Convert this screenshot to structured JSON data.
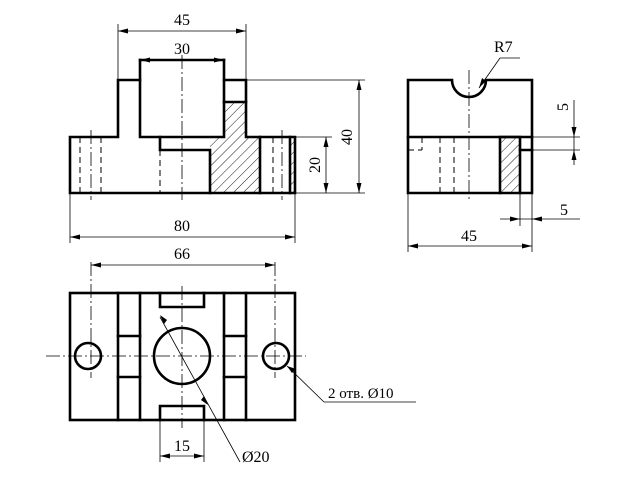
{
  "dimensions": {
    "front_top_width": "45",
    "front_inner_width": "30",
    "front_height_total": "40",
    "front_height_lower": "20",
    "front_total_width": "80",
    "side_radius": "R7",
    "side_step": "5",
    "side_offset": "5",
    "side_width": "45",
    "plan_hole_spacing": "66",
    "plan_slot_width": "15",
    "plan_big_diameter": "Ø20",
    "plan_holes_callout": "2 отв. Ø10"
  },
  "colors": {
    "ink": "#000000",
    "paper": "#ffffff"
  }
}
